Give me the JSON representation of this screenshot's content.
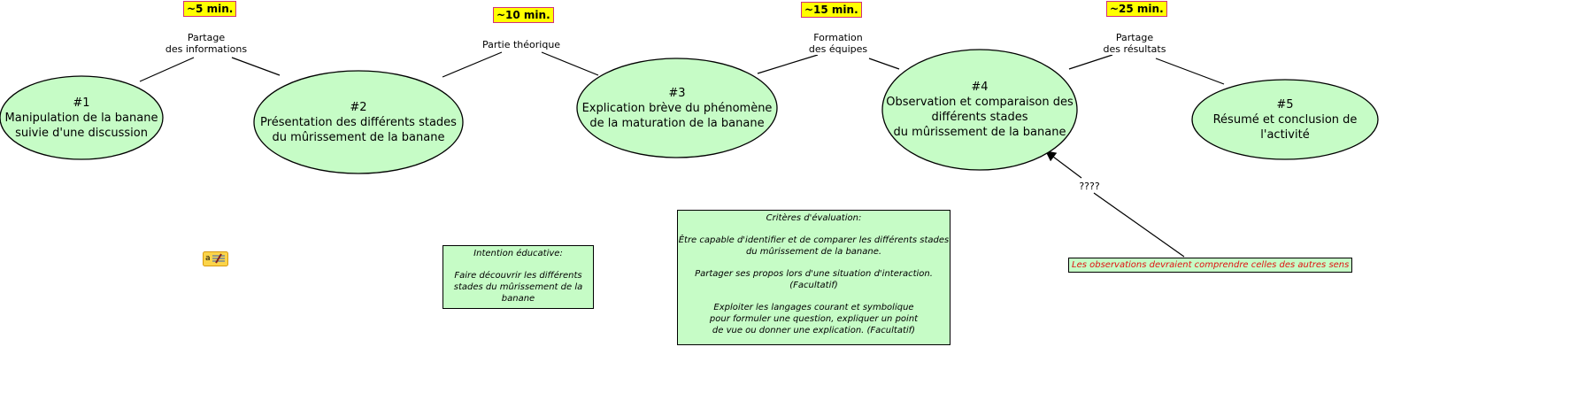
{
  "concepts": [
    {
      "number": "#1",
      "lines": [
        "Manipulation de la banane",
        "suivie d'une discussion"
      ]
    },
    {
      "number": "#2",
      "lines": [
        "Présentation des différents stades",
        "du mûrissement de la banane"
      ]
    },
    {
      "number": "#3",
      "lines": [
        "Explication brève du phénomène",
        "de la maturation de la banane"
      ]
    },
    {
      "number": "#4",
      "lines": [
        "Observation et comparaison des",
        "différents stades",
        "du mûrissement de la banane"
      ]
    },
    {
      "number": "#5",
      "lines": [
        "Résumé et conclusion de l'activité"
      ]
    }
  ],
  "durations": [
    "~5 min.",
    "~10 min.",
    "~15 min.",
    "~25 min."
  ],
  "link_labels": [
    [
      "Partage",
      "des informations"
    ],
    [
      "Partie théorique"
    ],
    [
      "Formation",
      "des équipes"
    ],
    [
      "Partage",
      "des résultats"
    ],
    [
      "????"
    ]
  ],
  "intention": {
    "title": "Intention éducative:",
    "lines": [
      "Faire découvrir les différents",
      "stades du mûrissement de la banane"
    ]
  },
  "criteria": {
    "title": "Critères d'évaluation:",
    "items": [
      [
        "Être capable d'identifier et de comparer les différents stades",
        "du mûrissement de la banane."
      ],
      [
        "Partager ses propos lors d'une situation d'interaction. (Facultatif)"
      ],
      [
        "Exploiter les langages courant et symbolique",
        "pour formuler une question, expliquer un point",
        "de vue ou donner une explication. (Facultatif)"
      ]
    ]
  },
  "note": "Les observations devraient comprendre celles des autres sens",
  "colors": {
    "concept_fill": "#c6fcc6",
    "duration_fill": "#ffff00",
    "duration_border": "#d0307a",
    "note_text": "#e01010"
  }
}
